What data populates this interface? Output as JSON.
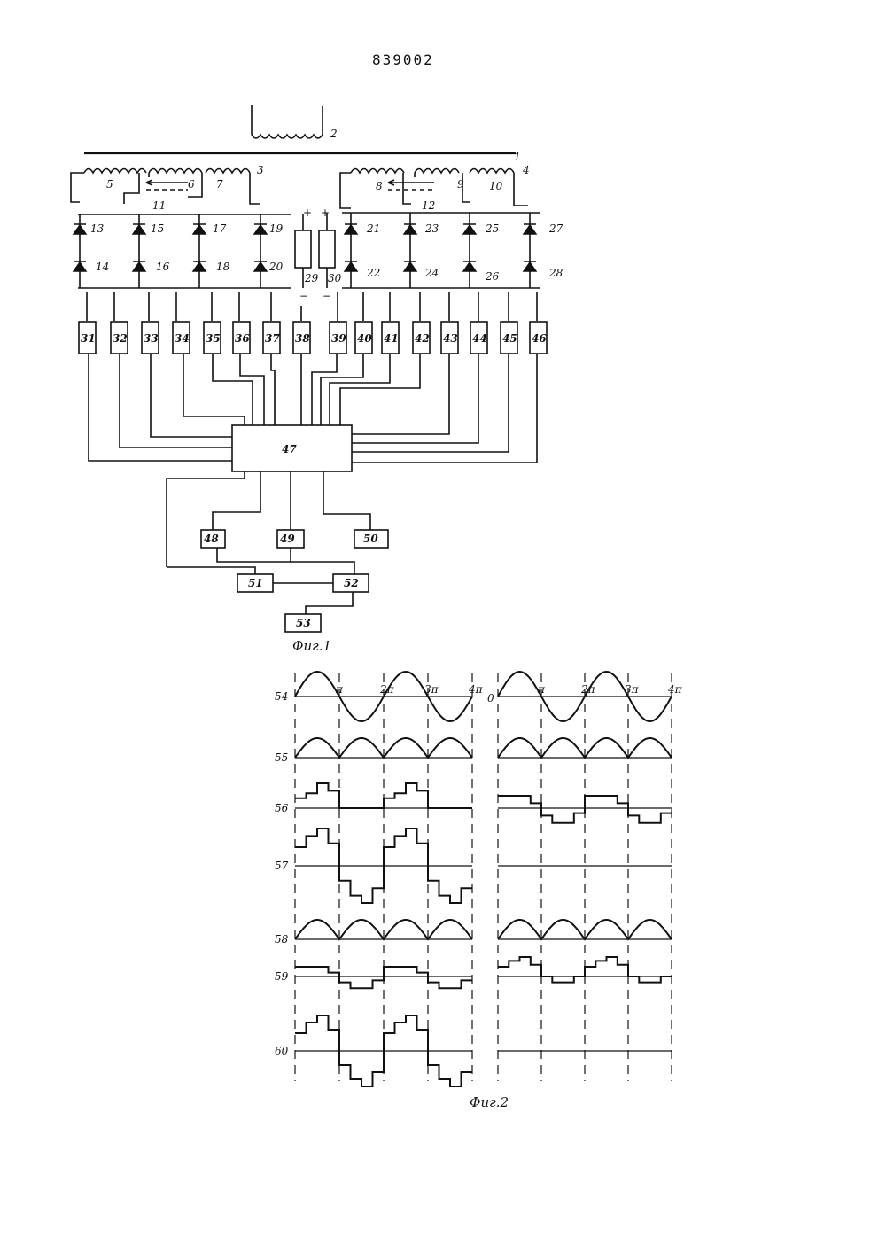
{
  "document": {
    "patent_number": "839002",
    "fig1_caption": "Фиг.1",
    "fig2_caption": "Фиг.2"
  },
  "fig1": {
    "transformer_labels": [
      "1",
      "2",
      "3",
      "4"
    ],
    "winding_labels": [
      "5",
      "6",
      "7",
      "8",
      "9",
      "10"
    ],
    "bus_labels": [
      "11",
      "12"
    ],
    "thyristor_labels": [
      "13",
      "14",
      "15",
      "16",
      "17",
      "18",
      "19",
      "20",
      "21",
      "22",
      "23",
      "24",
      "25",
      "26",
      "27",
      "28"
    ],
    "load_labels": [
      "29",
      "30"
    ],
    "control_blocks": [
      "31",
      "32",
      "33",
      "34",
      "35",
      "36",
      "37",
      "38",
      "39",
      "40",
      "41",
      "42",
      "43",
      "44",
      "45",
      "46"
    ],
    "controller_label": "47",
    "input_blocks": [
      "48",
      "49",
      "50"
    ],
    "aux_blocks": [
      "51",
      "52",
      "53"
    ],
    "polarity": {
      "plus": "+",
      "minus": "−"
    }
  },
  "fig2": {
    "row_labels": [
      "54",
      "55",
      "56",
      "57",
      "58",
      "59",
      "60"
    ],
    "zero_label": "0",
    "phase_ticks": [
      "π",
      "2π",
      "3π",
      "4π"
    ]
  }
}
